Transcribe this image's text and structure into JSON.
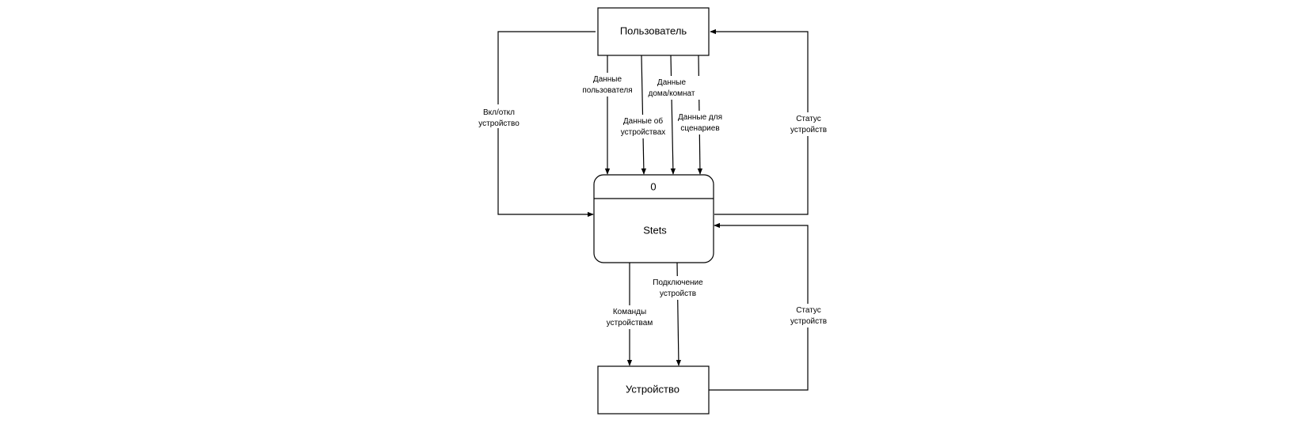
{
  "nodes": {
    "user": "Пользователь",
    "process_number": "0",
    "process_name": "Stets",
    "device": "Устройство"
  },
  "flows": {
    "onoff": [
      "Вкл/откл",
      "устройство"
    ],
    "user_data": [
      "Данные",
      "пользователя"
    ],
    "device_data": [
      "Данные об",
      "устройствах"
    ],
    "home_data": [
      "Данные",
      "дома/комнат"
    ],
    "scenario_data": [
      "Данные для",
      "сценариев"
    ],
    "status_to_user": [
      "Статус",
      "устройств"
    ],
    "commands": [
      "Команды",
      "устройствам"
    ],
    "connect": [
      "Подключение",
      "устройств"
    ],
    "status_from_device": [
      "Статус",
      "устройств"
    ]
  }
}
